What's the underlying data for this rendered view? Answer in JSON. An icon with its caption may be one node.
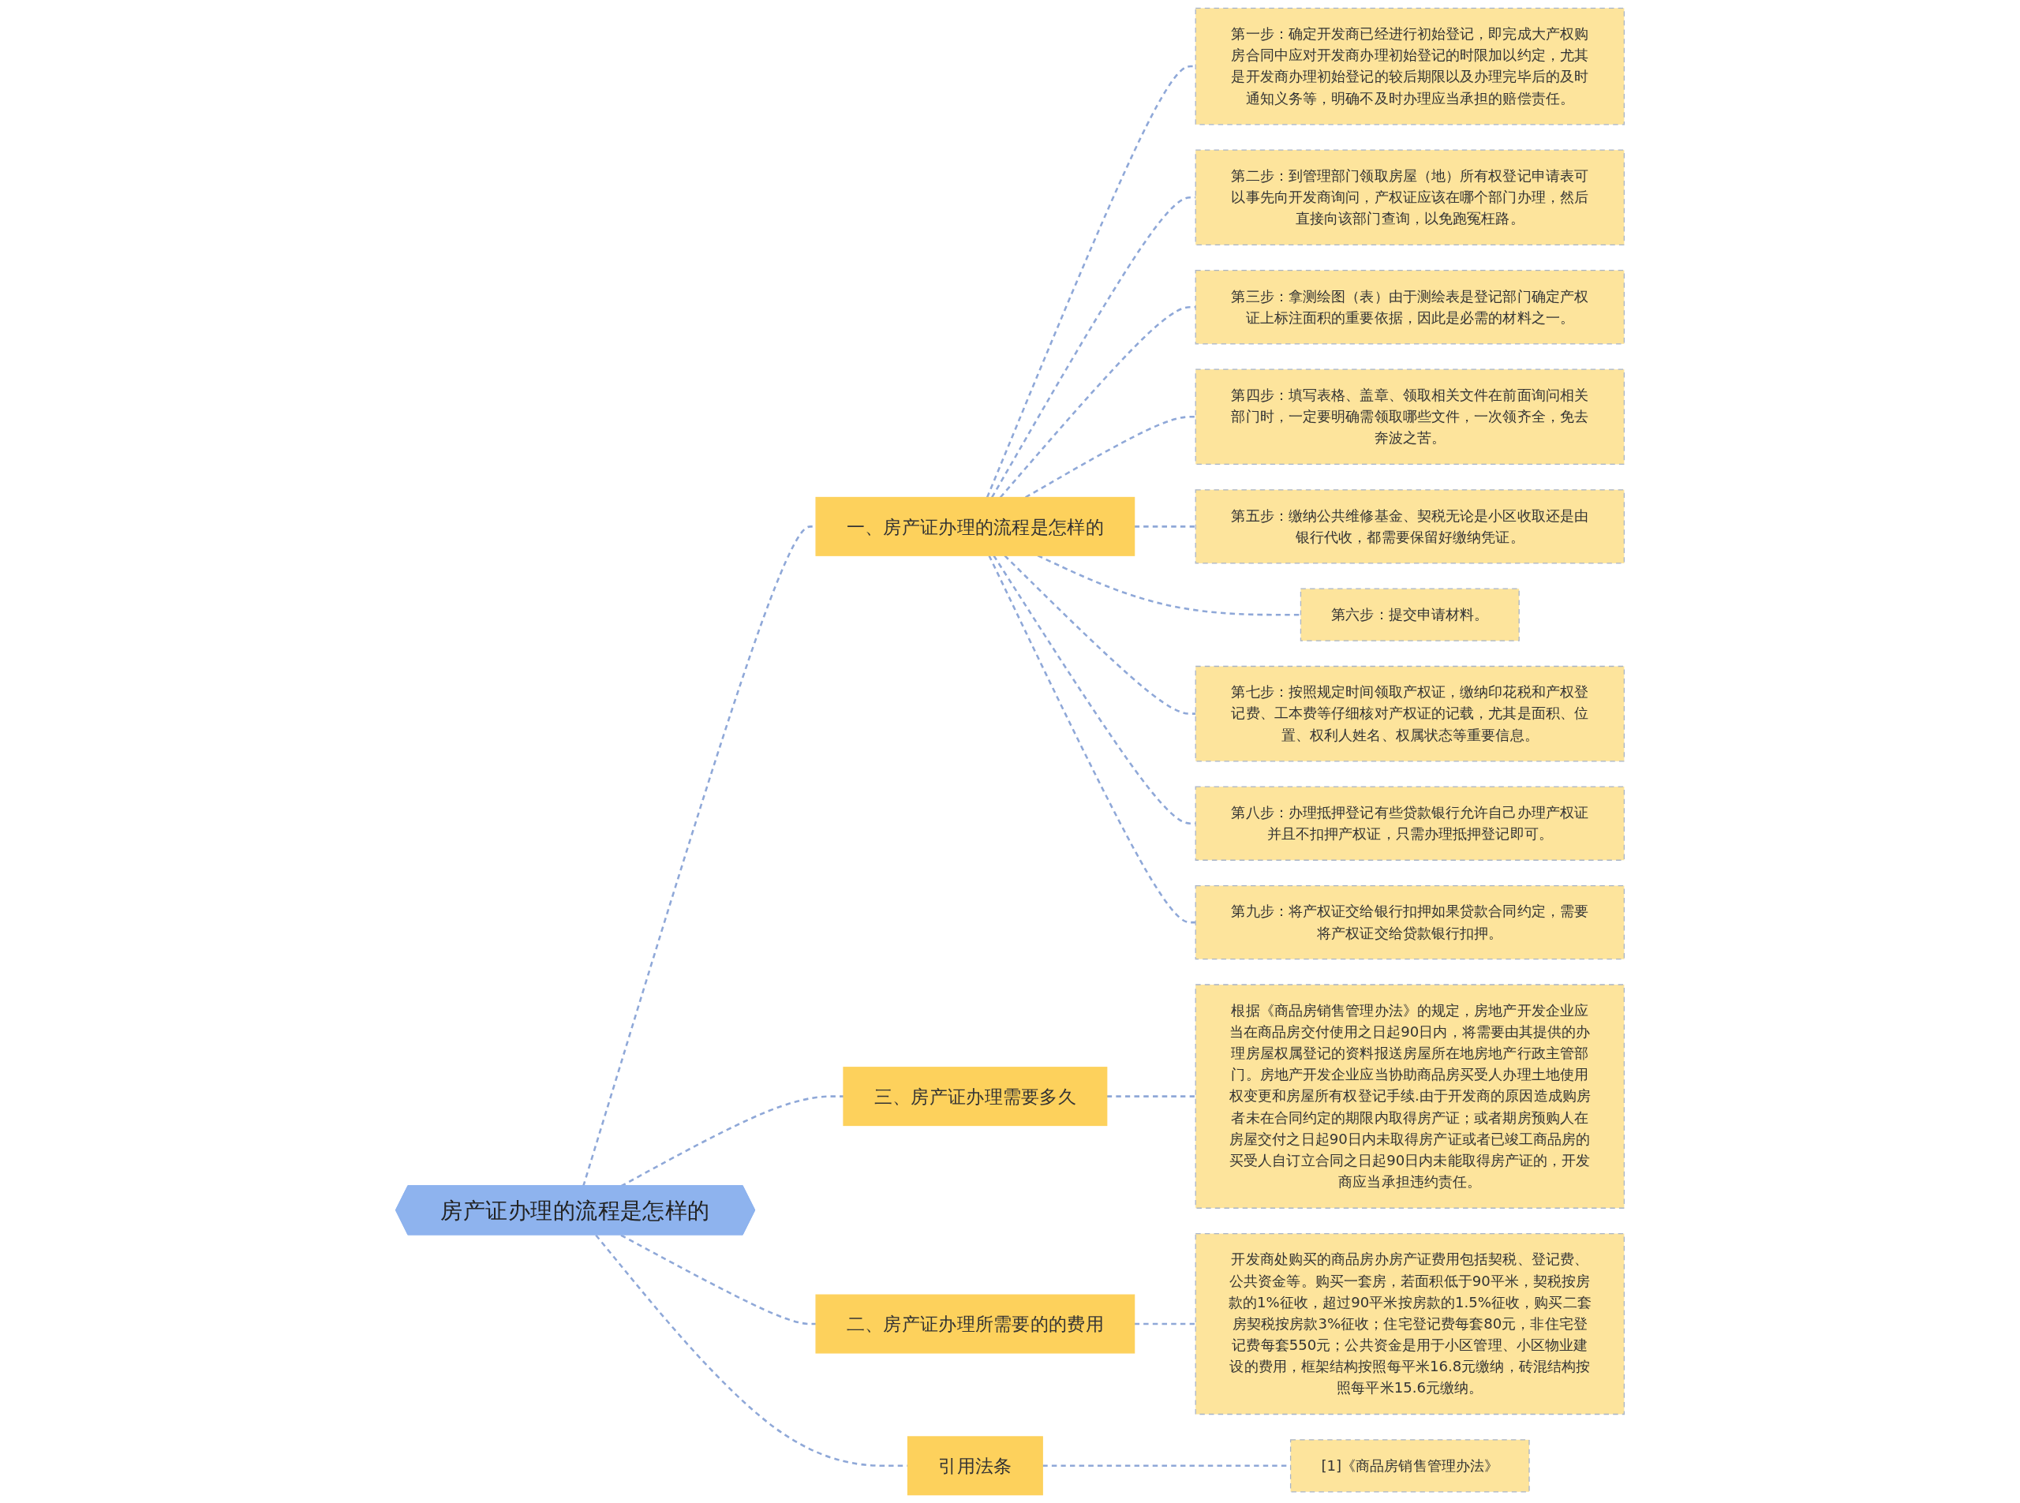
{
  "diagram": {
    "nodes": [
      {
        "text": [
          "房产证办理的流程是怎样的"
        ]
      },
      {
        "text": [
          "一、房产证办理的流程是怎样的"
        ]
      },
      {
        "text": [
          "第一步：确定开发商已经进行初始登记，即完成大产权购房合同中应对开发商办理初始登记的时限加以约定，尤其是开发商办理初始登记的较后期限以及办理完毕后的及时通知义务等，明确不及时办理应当承担的赔偿责任。"
        ]
      },
      {
        "text": [
          "第二步：到管理部门领取房屋（地）所有权登记申请表可以事先向开发商询问，产权证应该在哪个部门办理，然后直接向该部门查询，以免跑冤枉路。"
        ]
      },
      {
        "text": [
          "第三步：拿测绘图（表）由于测绘表是登记部门确定产权证上标注面积的重要依据，因此是必需的材料之一。"
        ]
      },
      {
        "text": [
          "第四步：填写表格、盖章、领取相关文件在前面询问相关部门时，一定要明确需领取哪些文件，一次领齐全，免去奔波之苦。"
        ]
      },
      {
        "text": [
          "第五步：缴纳公共维修基金、契税无论是小区收取还是由银行代收，都需要保留好缴纳凭证。"
        ]
      },
      {
        "text": [
          "第六步：提交申请材料。"
        ]
      },
      {
        "text": [
          "第七步：按照规定时间领取产权证，缴纳印花税和产权登记费、工本费等仔细核对产权证的记载，尤其是面积、位置、权利人姓名、权属状态等重要信息。"
        ]
      },
      {
        "text": [
          "第八步：办理抵押登记有些贷款银行允许自己办理产权证并且不扣押产权证，只需办理抵押登记即可。"
        ]
      },
      {
        "text": [
          "第九步：将产权证交给银行扣押如果贷款合同约定，需要将产权证交给贷款银行扣押。"
        ]
      },
      {
        "text": [
          "三、房产证办理需要多久"
        ]
      },
      {
        "text": [
          "根据《商品房销售管理办法》的规定，房地产开发企业应当在商品房交付使用之日起90日内，将需要由其提供的办理房屋权属登记的资料报送房屋所在地房地产行政主管部门。房地产开发企业应当协助商品房买受人办理土地使用权变更和房屋所有权登记手续.由于开发商的原因造成购房者未在合同约定的期限内取得房产证；或者期房预购人在房屋交付之日起90日内未取得房产证或者已竣工商品房的买受人自订立合同之日起90日内未能取得房产证的，开发商应当承担违约责任。"
        ]
      },
      {
        "text": [
          "二、房产证办理所需要的的费用"
        ]
      },
      {
        "text": [
          "开发商处购买的商品房办房产证费用包括契税、登记费、公共资金等。购买一套房，若面积低于90平米，契税按房款的1%征收，超过90平米按房款的1.5%征收，购买二套房契税按房款3%征收；住宅登记费每套80元，非住宅登记费每套550元；公共资金是用于小区管理、小区物业建设的费用，框架结构按照每平米16.8元缴纳，砖混结构按照每平米15.6元缴纳。"
        ]
      },
      {
        "text": [
          "引用法条"
        ]
      },
      {
        "text": [
          "[1]《商品房销售管理办法》"
        ]
      }
    ],
    "edges": [
      {
        "from": 0,
        "to": 1,
        "arrow": "none",
        "style": "dashed"
      },
      {
        "from": 1,
        "to": 2,
        "arrow": "none",
        "style": "dashed"
      },
      {
        "from": 1,
        "to": 3,
        "arrow": "none",
        "style": "dashed"
      },
      {
        "from": 1,
        "to": 4,
        "arrow": "none",
        "style": "dashed"
      },
      {
        "from": 1,
        "to": 5,
        "arrow": "none",
        "style": "dashed"
      },
      {
        "from": 1,
        "to": 6,
        "arrow": "none",
        "style": "dashed"
      },
      {
        "from": 1,
        "to": 7,
        "arrow": "none",
        "style": "dashed"
      },
      {
        "from": 1,
        "to": 8,
        "arrow": "none",
        "style": "dashed"
      },
      {
        "from": 1,
        "to": 9,
        "arrow": "none",
        "style": "dashed"
      },
      {
        "from": 1,
        "to": 10,
        "arrow": "none",
        "style": "dashed"
      },
      {
        "from": 0,
        "to": 11,
        "arrow": "none",
        "style": "dashed"
      },
      {
        "from": 11,
        "to": 12,
        "arrow": "none",
        "style": "dashed"
      },
      {
        "from": 0,
        "to": 13,
        "arrow": "none",
        "style": "dashed"
      },
      {
        "from": 13,
        "to": 14,
        "arrow": "none",
        "style": "dashed"
      },
      {
        "from": 0,
        "to": 15,
        "arrow": "none",
        "style": "dashed"
      },
      {
        "from": 15,
        "to": 16,
        "arrow": "none",
        "style": "dashed"
      }
    ]
  }
}
